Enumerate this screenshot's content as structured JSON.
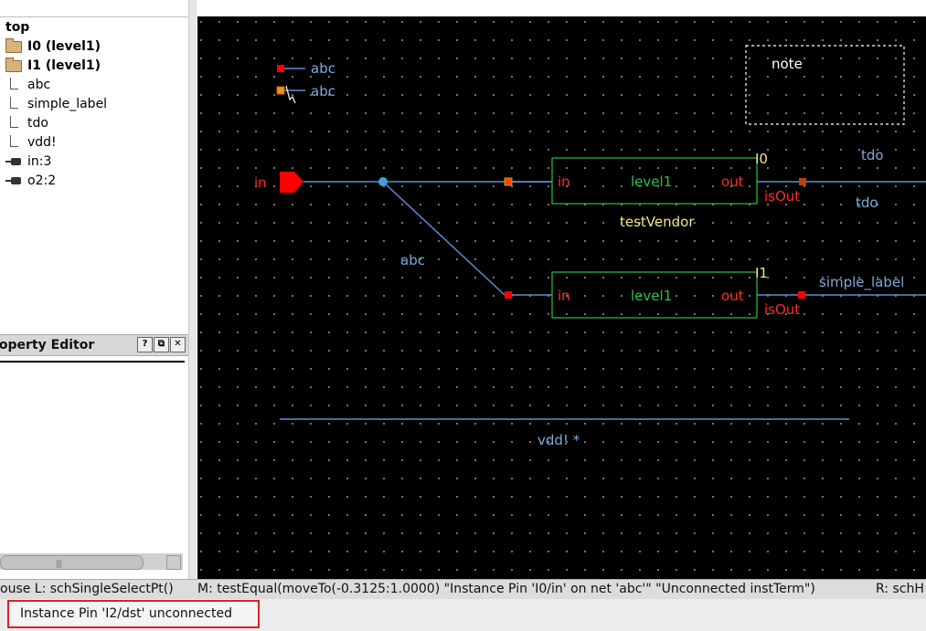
{
  "hierarchy": {
    "root_label": "top",
    "items": [
      {
        "label": "I0 (level1)",
        "icon": "folder-icon",
        "bold": true
      },
      {
        "label": "I1 (level1)",
        "icon": "folder-icon",
        "bold": true
      },
      {
        "label": "abc",
        "icon": "net-icon",
        "bold": false
      },
      {
        "label": "simple_label",
        "icon": "net-icon",
        "bold": false
      },
      {
        "label": "tdo",
        "icon": "net-icon",
        "bold": false
      },
      {
        "label": "vdd!",
        "icon": "net-icon",
        "bold": false
      },
      {
        "label": "in:3",
        "icon": "pin-icon",
        "bold": false
      },
      {
        "label": "o2:2",
        "icon": "pin-icon",
        "bold": false
      }
    ]
  },
  "property_editor": {
    "title": "roperty Editor",
    "buttons": [
      "?",
      "⧉",
      "✕"
    ],
    "scroll_grip": "|||"
  },
  "schematic": {
    "legend_labels": [
      "abc",
      "abc"
    ],
    "note_label": "note",
    "input_pin_label": "in",
    "wire_label_abc": "abc",
    "instances": [
      {
        "name": "I0",
        "cell": "level1",
        "pin_in": "in",
        "pin_out": "out",
        "port_label": "isOut",
        "vendor_label": "testVendor"
      },
      {
        "name": "I1",
        "cell": "level1",
        "pin_in": "in",
        "pin_out": "out",
        "port_label": "isOut"
      }
    ],
    "net_labels": {
      "tdo_upper": "tdo",
      "tdo_lower": "tdo",
      "simple_label": "simple_label"
    },
    "vdd_label": "vdd! *",
    "colors": {
      "background": "#000000",
      "wire": "#5b8fd0",
      "pin": "#ff0000",
      "instance_box": "#27c24a",
      "label": "#7fa9d9"
    }
  },
  "status": {
    "mouse_left": "ouse L: schSingleSelectPt()",
    "mouse_middle": "M: testEqual(moveTo(-0.3125:1.0000) \"Instance Pin 'I0/in' on net 'abc'\" \"Unconnected instTerm\")",
    "mouse_right": "R: schH",
    "message": "Instance Pin 'I2/dst' unconnected"
  }
}
